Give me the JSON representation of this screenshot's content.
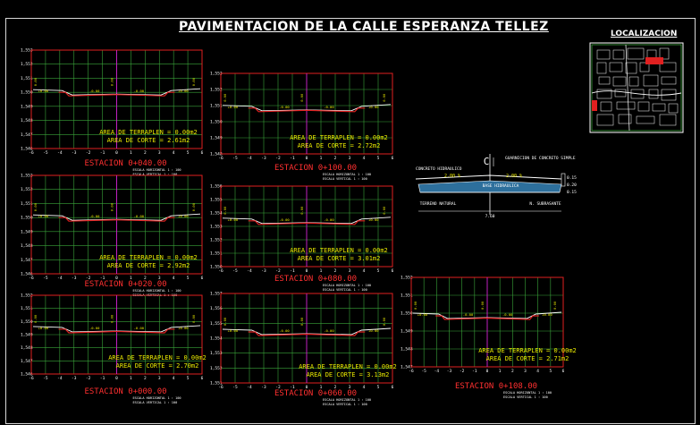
{
  "title": "PAVIMENTACION DE LA CALLE ESPERANZA TELLEZ",
  "location_title": "LOCALIZACION",
  "colors": {
    "grid": "#3aa33a",
    "border": "#e02020",
    "text_yellow": "#e8e800",
    "text_red": "#ff3030",
    "profile": "#ffffff",
    "road": "#e02020",
    "centerline": "#c020c0"
  },
  "x_ticks": [
    "-6",
    "-5",
    "-4",
    "-3",
    "-2",
    "-1",
    "0",
    "1",
    "2",
    "3",
    "4",
    "5",
    "6"
  ],
  "labels": {
    "fill": "AREA DE TERRAPLEN",
    "cut": "AREA DE CORTE",
    "scale_h": "ESCALA HORIZONTAL 1 : 100",
    "scale_v": "ESCALA VERTICAL 1 : 100"
  },
  "sections": [
    {
      "station": "ESTACION 0+040.00",
      "fill": "= 0.00m2",
      "cut": "= 2.61m2",
      "y_ticks": [
        "1,553",
        "1,552",
        "1,551",
        "1,550",
        "1,549",
        "1,548",
        "1,547",
        "1,546"
      ]
    },
    {
      "station": "ESTACION 0+100.00",
      "fill": "= 0.00m2",
      "cut": "= 2.72m2",
      "y_ticks": [
        "1,553",
        "1,552",
        "1,551",
        "1,550",
        "1,549",
        "1,548"
      ]
    },
    {
      "station": "ESTACION 0+020.00",
      "fill": "= 0.00m2",
      "cut": "= 2.92m2",
      "y_ticks": [
        "1,553",
        "1,552",
        "1,551",
        "1,550",
        "1,549",
        "1,548",
        "1,547",
        "1,546"
      ]
    },
    {
      "station": "ESTACION 0+080.00",
      "fill": "= 0.00m2",
      "cut": "= 3.01m2",
      "y_ticks": [
        "1,556",
        "1,555",
        "1,554",
        "1,553",
        "1,552",
        "1,551",
        "1,550"
      ]
    },
    {
      "station": "ESTACION 0+000.00",
      "fill": "= 0.00m2",
      "cut": "= 2.70m2",
      "y_ticks": [
        "1,552",
        "1,551",
        "1,550",
        "1,549",
        "1,548",
        "1,547",
        "1,546"
      ]
    },
    {
      "station": "ESTACION 0+060.00",
      "fill": "= 0.00m2",
      "cut": "= 3.13m2",
      "y_ticks": [
        "1,557",
        "1,556",
        "1,555",
        "1,554",
        "1,553",
        "1,552",
        "1,551"
      ]
    },
    {
      "station": "ESTACION 0+108.00",
      "fill": "= 0.00m2",
      "cut": "= 2.71m2",
      "y_ticks": [
        "1,552",
        "1,551",
        "1,550",
        "1,549",
        "1,548",
        "1,547"
      ]
    }
  ],
  "typical_section": {
    "left_label": "CONCRETO HIDRAULICO",
    "right_label": "GUARNICION DE CONCRETO SIMPLE",
    "slope_left": "2.00 %",
    "slope_right": "2.00 %",
    "base_label": "BASE HIDRAULICA",
    "terrain_label": "TERRENO NATURAL",
    "subgrade_label": "N. SUBRASANTE",
    "width_label": "7.60",
    "dims": [
      "0.15",
      "0.20",
      "0.15"
    ],
    "cl_label": "C"
  }
}
